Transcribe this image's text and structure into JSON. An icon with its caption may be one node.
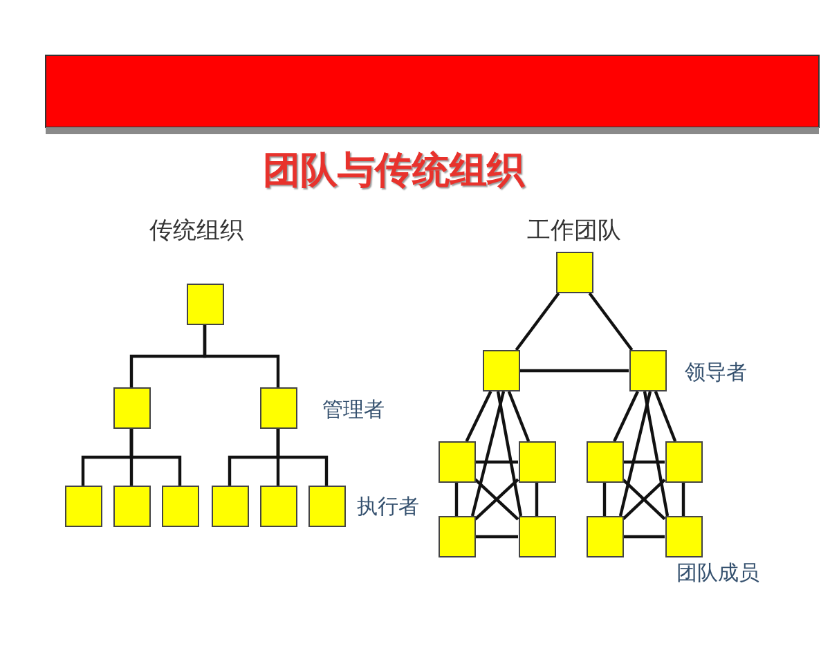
{
  "diagram": {
    "title": "团队与传统组织",
    "nodes": [
      {
        "text": [],
        "shape": "box"
      },
      {
        "text": [],
        "shape": "box"
      },
      {
        "text": [],
        "shape": "box"
      },
      {
        "text": [],
        "shape": "box"
      },
      {
        "text": [],
        "shape": "box"
      },
      {
        "text": [],
        "shape": "box"
      },
      {
        "text": [],
        "shape": "box"
      },
      {
        "text": [],
        "shape": "box"
      },
      {
        "text": [],
        "shape": "box"
      },
      {
        "text": [],
        "shape": "box"
      },
      {
        "text": [],
        "shape": "box"
      },
      {
        "text": [],
        "shape": "box"
      },
      {
        "text": [],
        "shape": "box"
      },
      {
        "text": [],
        "shape": "box"
      },
      {
        "text": [],
        "shape": "box"
      },
      {
        "text": [],
        "shape": "box"
      },
      {
        "text": [],
        "shape": "box"
      },
      {
        "text": [],
        "shape": "box"
      },
      {
        "text": [],
        "shape": "box"
      },
      {
        "text": [],
        "shape": "box"
      }
    ],
    "edges": [
      {
        "from": 0,
        "to": 1,
        "arrow": "none"
      },
      {
        "from": 0,
        "to": 2,
        "arrow": "none"
      },
      {
        "from": 1,
        "to": 3,
        "arrow": "none"
      },
      {
        "from": 1,
        "to": 4,
        "arrow": "none"
      },
      {
        "from": 1,
        "to": 5,
        "arrow": "none"
      },
      {
        "from": 2,
        "to": 6,
        "arrow": "none"
      },
      {
        "from": 2,
        "to": 7,
        "arrow": "none"
      },
      {
        "from": 2,
        "to": 8,
        "arrow": "none"
      },
      {
        "from": 9,
        "to": 10,
        "arrow": "none"
      },
      {
        "from": 9,
        "to": 11,
        "arrow": "none"
      },
      {
        "from": 10,
        "to": 11,
        "arrow": "none"
      },
      {
        "from": 10,
        "to": 12,
        "arrow": "none"
      },
      {
        "from": 10,
        "to": 13,
        "arrow": "none"
      },
      {
        "from": 10,
        "to": 14,
        "arrow": "none"
      },
      {
        "from": 10,
        "to": 15,
        "arrow": "none"
      },
      {
        "from": 12,
        "to": 13,
        "arrow": "none"
      },
      {
        "from": 12,
        "to": 14,
        "arrow": "none"
      },
      {
        "from": 13,
        "to": 15,
        "arrow": "none"
      },
      {
        "from": 14,
        "to": 15,
        "arrow": "none"
      },
      {
        "from": 12,
        "to": 15,
        "arrow": "none"
      },
      {
        "from": 13,
        "to": 14,
        "arrow": "none"
      },
      {
        "from": 11,
        "to": 16,
        "arrow": "none"
      },
      {
        "from": 11,
        "to": 17,
        "arrow": "none"
      },
      {
        "from": 11,
        "to": 18,
        "arrow": "none"
      },
      {
        "from": 11,
        "to": 19,
        "arrow": "none"
      },
      {
        "from": 16,
        "to": 17,
        "arrow": "none"
      },
      {
        "from": 16,
        "to": 18,
        "arrow": "none"
      },
      {
        "from": 17,
        "to": 19,
        "arrow": "none"
      },
      {
        "from": 18,
        "to": 19,
        "arrow": "none"
      },
      {
        "from": 16,
        "to": 19,
        "arrow": "none"
      },
      {
        "from": 17,
        "to": 18,
        "arrow": "none"
      }
    ],
    "labels": [
      "传统组织",
      "工作团队",
      "管理者",
      "领导者",
      "执行者",
      "团队成员"
    ]
  }
}
